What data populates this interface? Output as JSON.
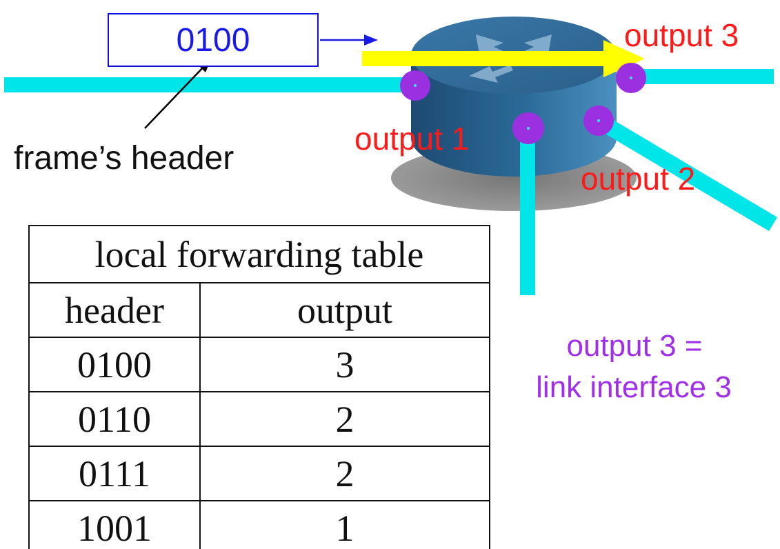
{
  "frame": {
    "header_value": "0100",
    "header_caption": "frame’s header"
  },
  "router": {
    "ports": {
      "output1": "output 1",
      "output2": "output 2",
      "output3": "output 3"
    },
    "interface_note": [
      "output 3 =",
      "link interface 3"
    ]
  },
  "table": {
    "title": "local forwarding table",
    "columns": [
      "header",
      "output"
    ],
    "rows": [
      [
        "0100",
        "3"
      ],
      [
        "0110",
        "2"
      ],
      [
        "0111",
        "2"
      ],
      [
        "1001",
        "1"
      ]
    ]
  },
  "colors": {
    "link": "#00e5e8",
    "port": "#9b30e0",
    "path_arrow": "#ffff00",
    "router_top": "#2d6f9a",
    "router_side": "#1f5e86"
  }
}
